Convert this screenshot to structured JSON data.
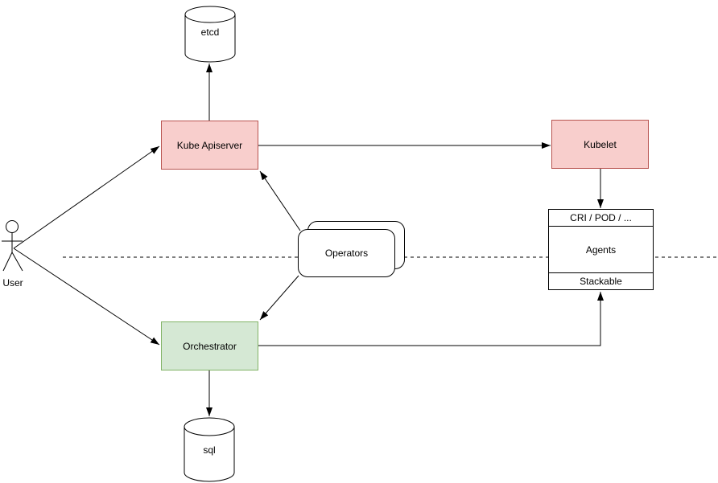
{
  "nodes": {
    "user": {
      "label": "User",
      "shape": "actor"
    },
    "etcd": {
      "label": "etcd",
      "shape": "cylinder"
    },
    "kube_apiserver": {
      "label": "Kube Apiserver",
      "shape": "rect-red"
    },
    "kubelet": {
      "label": "Kubelet",
      "shape": "rect-red"
    },
    "operators": {
      "label": "Operators",
      "shape": "stacked-rounded-rect"
    },
    "orchestrator": {
      "label": "Orchestrator",
      "shape": "rect-green"
    },
    "cri_pod": {
      "label": "CRI / POD / ...",
      "shape": "stack-section-top"
    },
    "agents": {
      "label": "Agents",
      "shape": "stack-section-middle"
    },
    "stackable": {
      "label": "Stackable",
      "shape": "stack-section-bottom"
    },
    "sql": {
      "label": "sql",
      "shape": "cylinder"
    }
  },
  "edges": [
    {
      "from": "user",
      "to": "kube_apiserver",
      "arrow": "end",
      "style": "solid"
    },
    {
      "from": "user",
      "to": "orchestrator",
      "arrow": "end",
      "style": "solid"
    },
    {
      "from": "kube_apiserver",
      "to": "etcd",
      "arrow": "end",
      "style": "solid"
    },
    {
      "from": "kube_apiserver",
      "to": "kubelet",
      "arrow": "end",
      "style": "solid"
    },
    {
      "from": "kubelet",
      "to": "cri_pod",
      "arrow": "end",
      "style": "solid"
    },
    {
      "from": "operators",
      "to": "kube_apiserver",
      "arrow": "end",
      "style": "solid"
    },
    {
      "from": "operators",
      "to": "orchestrator",
      "arrow": "end",
      "style": "solid"
    },
    {
      "from": "orchestrator",
      "to": "stackable",
      "arrow": "end",
      "style": "solid",
      "route": "elbow"
    },
    {
      "from": "orchestrator",
      "to": "sql",
      "arrow": "end",
      "style": "solid"
    },
    {
      "type": "boundary-line",
      "style": "dashed",
      "orientation": "horizontal"
    }
  ],
  "colors": {
    "red_fill": "#f8cecc",
    "red_stroke": "#b85450",
    "green_fill": "#d5e8d4",
    "green_stroke": "#82b366",
    "plain_fill": "#ffffff",
    "plain_stroke": "#000000",
    "line": "#000000",
    "text": "#000000",
    "background": "#ffffff"
  }
}
